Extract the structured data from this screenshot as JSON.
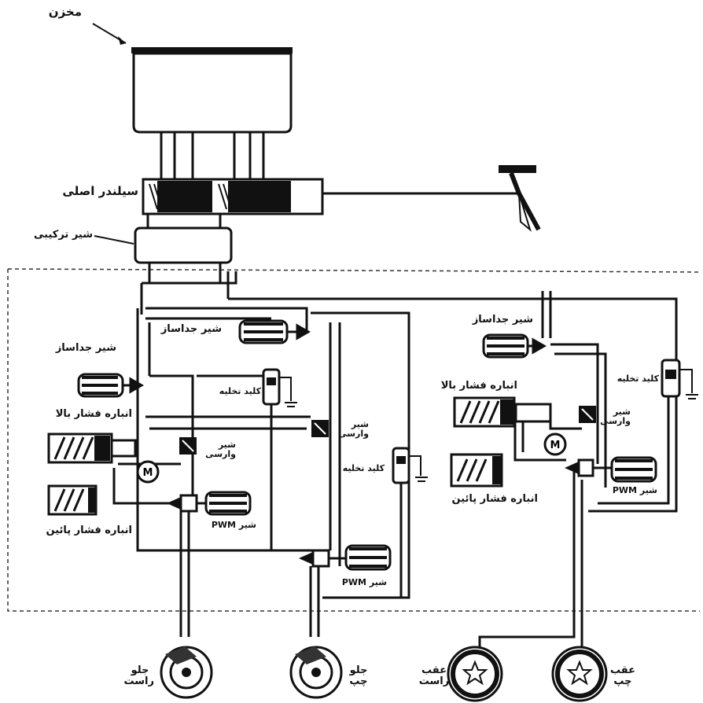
{
  "labels": {
    "reservoir": "مخزن",
    "master_cylinder": "سیلندر اصلی",
    "combination_valve": "شیر ترکیبی",
    "isolation_valve": "شیر جداساز",
    "bleed_key": "کلید تخلیه",
    "high_accumulator": "انباره فشار بالا",
    "low_accumulator": "انباره فشار پائین",
    "check_valve": "شیر وارسی",
    "pwm_valve": "شیر PWM",
    "motor": "M",
    "front_right": "جلو راست",
    "front_left": "جلو چپ",
    "rear_right": "عقب راست",
    "rear_left": "عقب چپ"
  },
  "colors": {
    "ink": "#111111",
    "paper": "#ffffff"
  },
  "icons": [
    "brake-pedal-icon",
    "motor-icon",
    "disc-brake-icon",
    "drum-brake-icon",
    "ground-icon"
  ]
}
